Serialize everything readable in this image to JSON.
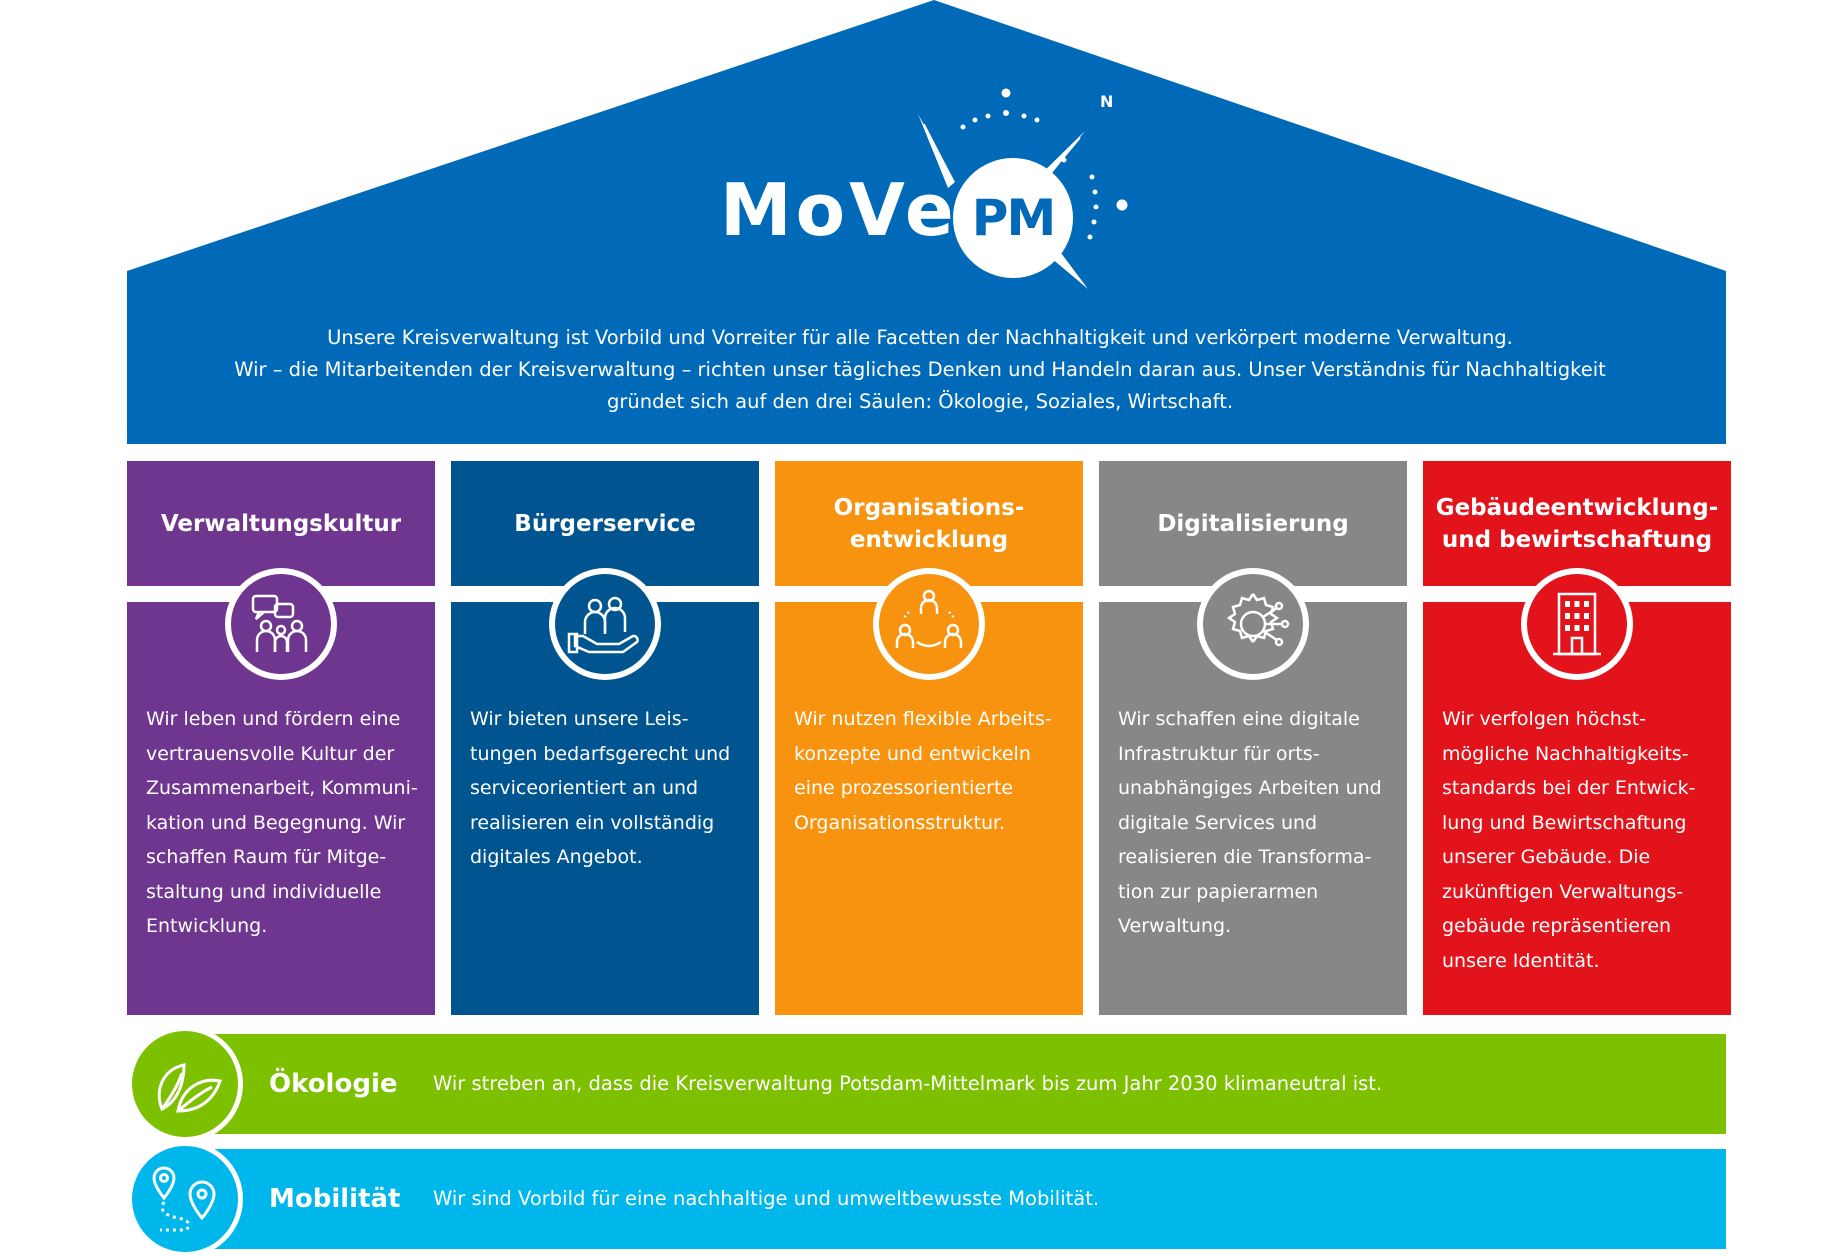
{
  "logo": {
    "word": "MoVe",
    "badge": "PM",
    "north": "N"
  },
  "intro": {
    "line1": "Unsere Kreisverwaltung ist Vorbild und Vorreiter für alle Facetten der Nachhaltigkeit und verkörpert moderne Verwaltung.",
    "line2": "Wir – die Mitarbeitenden der Kreisverwaltung – richten unser tägliches Denken und Handeln daran aus. Unser Verständnis für Nachhaltigkeit",
    "line3": "gründet sich auf den drei Säulen: Ökologie, Soziales, Wirtschaft."
  },
  "colors": {
    "roof": "#006ab8",
    "verwaltungskultur": "#6f3690",
    "buergerservice": "#005591",
    "organisation": "#f7930e",
    "digitalisierung": "#878787",
    "gebaeude": "#e3131b",
    "oekologie": "#7cc000",
    "mobilitaet": "#00b7ec"
  },
  "pillars": [
    {
      "title": "Verwaltungskultur",
      "icon": "people-speech-icon",
      "text": "Wir leben und fördern eine vertrauensvolle Kultur der Zusammenarbeit, Kommuni-kation und Begegnung. Wir schaffen Raum für Mitge-staltung und individuelle Entwicklung."
    },
    {
      "title": "Bürgerservice",
      "icon": "people-hand-icon",
      "text": "Wir bieten unsere Leis-tungen bedarfsgerecht und serviceorientiert an und realisieren ein vollständig digitales Angebot."
    },
    {
      "title": "Organisations-\nentwicklung",
      "icon": "team-network-icon",
      "text": "Wir nutzen flexible Arbeits-konzepte und entwickeln eine prozessorientierte Organisationsstruktur."
    },
    {
      "title": "Digitalisierung",
      "icon": "digital-gear-icon",
      "text": "Wir schaffen eine digitale Infrastruktur für orts-unabhängiges Arbeiten und digitale Services und realisieren die Transforma-tion zur papierarmen Verwaltung."
    },
    {
      "title": "Gebäudeentwicklung-\nund bewirtschaftung",
      "icon": "building-icon",
      "text": "Wir verfolgen höchst-mögliche Nachhaltigkeits-standards bei der Entwick-lung und Bewirtschaftung unserer Gebäude. Die zukünftigen Verwaltungs-gebäude repräsentieren unsere Identität."
    }
  ],
  "bands": [
    {
      "title": "Ökologie",
      "icon": "leaf-icon",
      "text": "Wir streben an, dass die Kreisverwaltung Potsdam-Mittelmark bis zum Jahr 2030 klimaneutral ist."
    },
    {
      "title": "Mobilität",
      "icon": "map-pin-route-icon",
      "text": "Wir sind Vorbild für eine nachhaltige und umweltbewusste Mobilität."
    }
  ]
}
